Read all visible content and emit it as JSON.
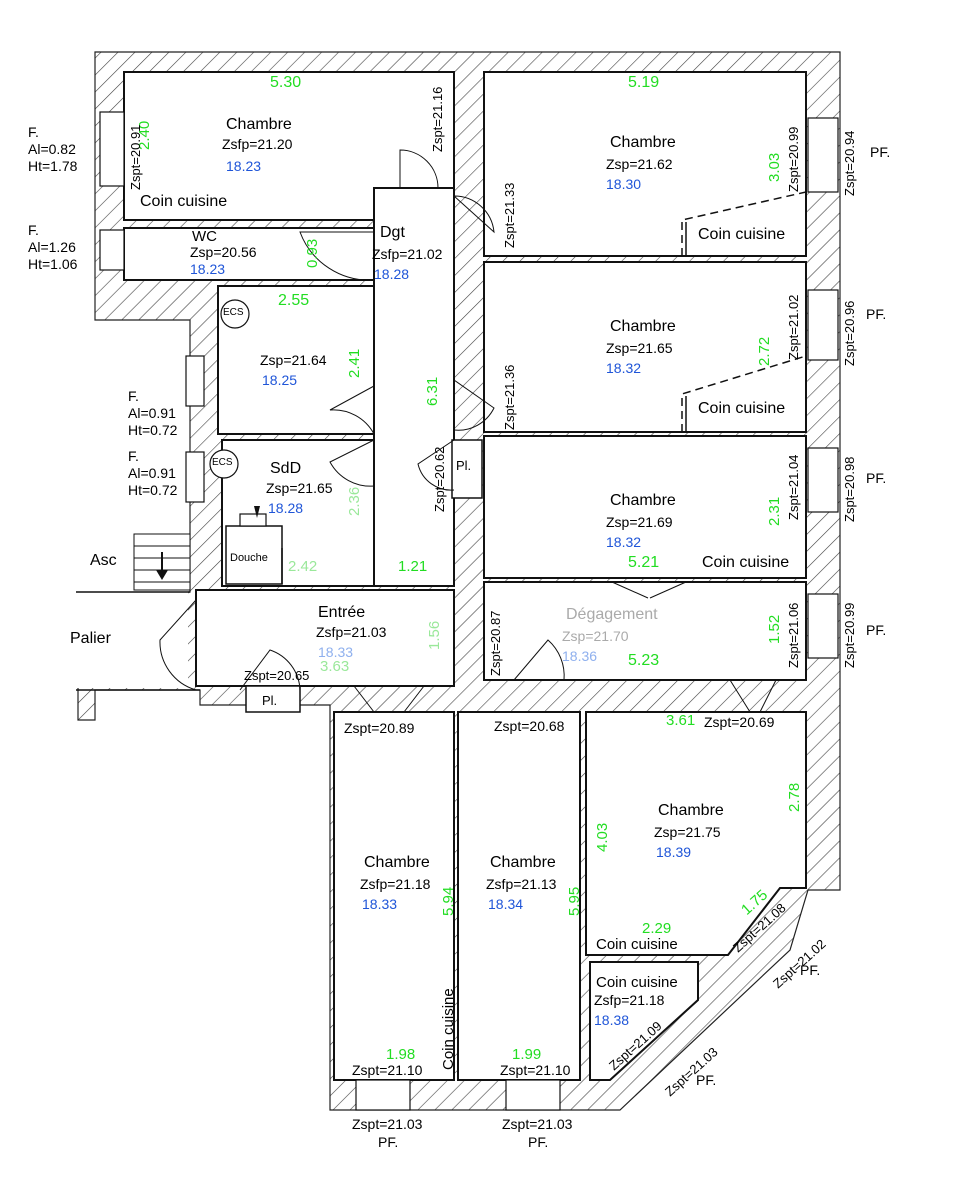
{
  "labels": {
    "f_left_1": [
      "F.",
      "Al=0.82",
      "Ht=1.78"
    ],
    "f_left_2": [
      "F.",
      "Al=1.26",
      "Ht=1.06"
    ],
    "f_left_3": [
      "F.",
      "Al=0.91",
      "Ht=0.72"
    ],
    "f_left_4": [
      "F.",
      "Al=0.91",
      "Ht=0.72"
    ],
    "asc": "Asc",
    "palier": "Palier",
    "pf": "PF.",
    "pl": "Pl.",
    "ecs": "ECS",
    "douche": "Douche"
  },
  "rooms": {
    "chambre_1": {
      "name": "Chambre",
      "zsp": "Zsfp=21.20",
      "h": "18.23",
      "extra": "Coin cuisine",
      "w": "5.30",
      "d": "2.40",
      "zspt": "Zspt=20.91"
    },
    "wc": {
      "name": "WC",
      "zsp": "Zsp=20.56",
      "h": "18.23"
    },
    "dgt": {
      "name": "Dgt",
      "zsp": "Zsfp=21.02",
      "h": "18.28",
      "w": "0.93",
      "d": "6.31",
      "zspt_top": "Zspt=21.16"
    },
    "room_mid": {
      "zsp": "Zsp=21.64",
      "h": "18.25",
      "w": "2.55",
      "d": "2.41"
    },
    "sdd": {
      "name": "SdD",
      "zsp": "Zsp=21.65",
      "h": "18.28",
      "d": "2.36",
      "w": "2.42"
    },
    "entree": {
      "name": "Entrée",
      "zsp": "Zsfp=21.03",
      "h": "18.33",
      "w1": "3.63",
      "w2": "1.21",
      "d": "1.56",
      "zspt": "Zspt=20.65",
      "zspt2": "Zspt=20.62"
    },
    "chambre_r1": {
      "name": "Chambre",
      "zsp": "Zsp=21.62",
      "h": "18.30",
      "extra": "Coin cuisine",
      "w": "5.19",
      "d": "3.03",
      "zspt": "Zspt=20.99",
      "zspt_l": "Zspt=21.33",
      "zspt_ext": "Zspt=20.94"
    },
    "chambre_r2": {
      "name": "Chambre",
      "zsp": "Zsp=21.65",
      "h": "18.32",
      "extra": "Coin cuisine",
      "d": "2.72",
      "zspt": "Zspt=21.02",
      "zspt_l": "Zspt=21.36",
      "zspt_ext": "Zspt=20.96"
    },
    "chambre_r3": {
      "name": "Chambre",
      "zsp": "Zsp=21.69",
      "h": "18.32",
      "extra": "Coin cuisine",
      "w": "5.21",
      "d": "2.31",
      "zspt": "Zspt=21.04",
      "zspt_ext": "Zspt=20.98"
    },
    "degagement": {
      "name": "Dégagement",
      "zsp": "Zsp=21.70",
      "h": "18.36",
      "w": "5.23",
      "d": "1.52",
      "zspt": "Zspt=21.06",
      "zspt_l": "Zspt=20.87",
      "zspt_ext": "Zspt=20.99"
    },
    "chambre_b1": {
      "name": "Chambre",
      "zsp": "Zsfp=21.18",
      "h": "18.33",
      "extra": "Coin cuisine",
      "d": "5.94",
      "w": "1.98",
      "zspt_top": "Zspt=20.89",
      "zspt_bot": "Zspt=21.10",
      "zspt_ext": "Zspt=21.03"
    },
    "chambre_b2": {
      "name": "Chambre",
      "zsp": "Zsfp=21.13",
      "h": "18.34",
      "d": "5.95",
      "w": "1.99",
      "zspt_top": "Zspt=20.68",
      "zspt_bot": "Zspt=21.10",
      "zspt_ext": "Zspt=21.03"
    },
    "chambre_b3": {
      "name": "Chambre",
      "zsp": "Zsp=21.75",
      "h": "18.39",
      "extra": "Coin cuisine",
      "w": "3.61",
      "d1": "4.03",
      "d2": "2.78",
      "w2": "2.29",
      "w3": "1.75",
      "zspt_top": "Zspt=20.69",
      "zspt_diag": "Zspt=21.08",
      "zspt_ext": "Zspt=21.02"
    },
    "coin_cuisine_b4": {
      "name": "Coin cuisine",
      "zsp": "Zsfp=21.18",
      "h": "18.38",
      "zspt": "Zspt=21.09",
      "zspt_ext": "Zspt=21.03"
    }
  }
}
